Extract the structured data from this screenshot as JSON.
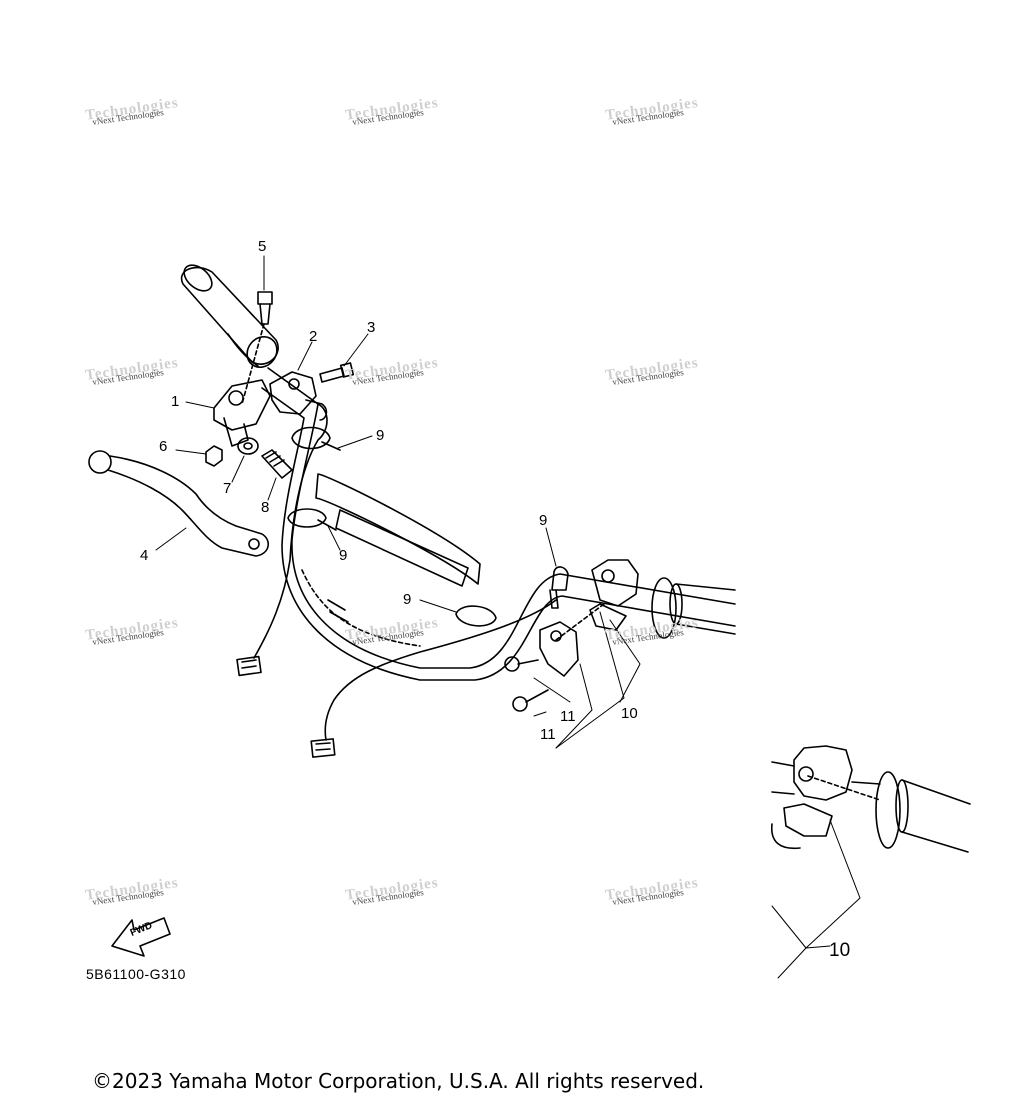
{
  "watermark": {
    "line": "vNext Technologies",
    "ghost": "Technologies"
  },
  "callouts": {
    "c1": "1",
    "c2": "2",
    "c3": "3",
    "c4": "4",
    "c5": "5",
    "c6": "6",
    "c7": "7",
    "c8": "8",
    "c9a": "9",
    "c9b": "9",
    "c9c": "9",
    "c9d": "9",
    "c10a": "10",
    "c10b": "10",
    "c11a": "11",
    "c11b": "11"
  },
  "fwd_label": "FWD",
  "part_code": "5B61100-G310",
  "copyright": "©2023 Yamaha Motor Corporation, U.S.A. All rights reserved."
}
